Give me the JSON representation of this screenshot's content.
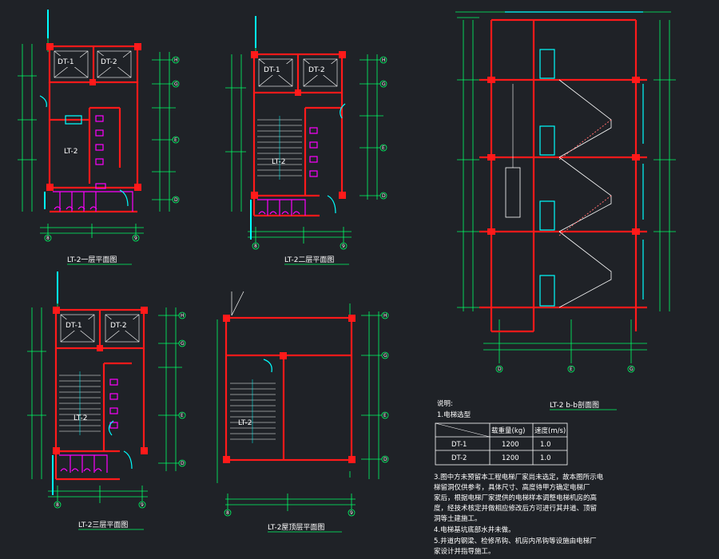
{
  "plans": {
    "plan1": {
      "title": "LT-2一层平面图",
      "elevators": [
        "DT-1",
        "DT-2"
      ],
      "core_label": "LT-2"
    },
    "plan2": {
      "title": "LT-2二层平面图",
      "elevators": [
        "DT-1",
        "DT-2"
      ],
      "core_label": "LT-2"
    },
    "plan3": {
      "title": "LT-2三层平面图",
      "elevators": [
        "DT-1",
        "DT-2"
      ],
      "core_label": "LT-2"
    },
    "plan4": {
      "title": "LT-2屋顶层平面图",
      "core_label": "LT-2"
    }
  },
  "section": {
    "title": "LT-2 b-b剖面图"
  },
  "notes": {
    "heading": "说明:",
    "item1": "1.电梯选型",
    "table": {
      "headers": [
        "载重量(kg)",
        "速度(m/s)"
      ],
      "rows": [
        {
          "name": "DT-1",
          "load": "1200",
          "speed": "1.0"
        },
        {
          "name": "DT-2",
          "load": "1200",
          "speed": "1.0"
        }
      ]
    },
    "item3_lines": [
      "3.图中方未预留本工程电梯厂家尚未选定，故本图所示电",
      "梯留洞仅供参考，具体尺寸、高度待甲方确定电梯厂",
      "家后，根据电梯厂家提供的电梯样本调整电梯机房的高",
      "度，经技术核定并做相应修改后方可进行其井道、顶留",
      "洞等土建施工。"
    ],
    "item4": "4.电梯基坑底部水井未做。",
    "item5_lines": [
      "5.井道内钢梁、检修吊钩、机房内吊钩等设施由电梯厂",
      "家设计并指导施工。"
    ]
  },
  "colors": {
    "background": "#1f2227",
    "wall": "#ff1a1a",
    "dimension": "#00ff66",
    "fixture": "#ff00ff",
    "window": "#00ffff",
    "text": "#ffffff"
  }
}
